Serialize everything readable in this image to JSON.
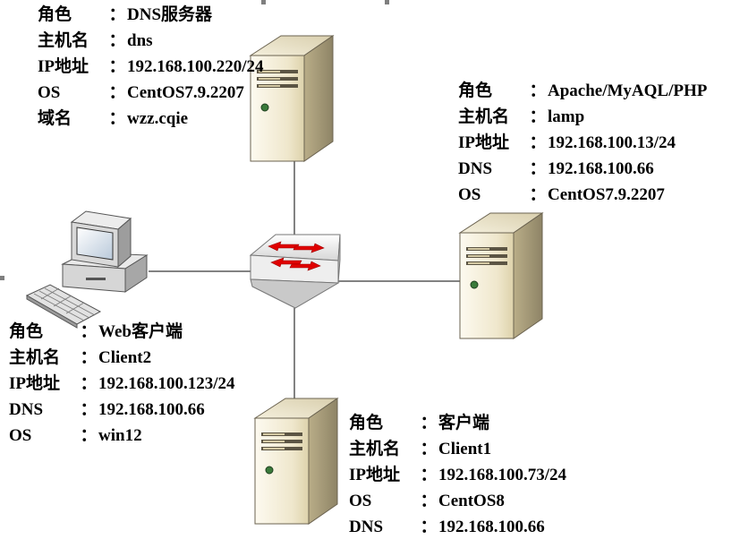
{
  "nodes": {
    "dns_server": {
      "icon": "tower-server-icon",
      "fields": [
        {
          "key": "角色",
          "value": "DNS服务器"
        },
        {
          "key": "主机名",
          "value": "dns"
        },
        {
          "key": "IP地址",
          "value": "192.168.100.220/24"
        },
        {
          "key": "OS",
          "value": "CentOS7.9.2207"
        },
        {
          "key": "域名",
          "value": "wzz.cqie"
        }
      ]
    },
    "lamp_server": {
      "icon": "tower-server-icon",
      "fields": [
        {
          "key": "角色",
          "value": "Apache/MyAQL/PHP"
        },
        {
          "key": "主机名",
          "value": "lamp"
        },
        {
          "key": "IP地址",
          "value": "192.168.100.13/24"
        },
        {
          "key": "DNS",
          "value": "192.168.100.66"
        },
        {
          "key": "OS",
          "value": "CentOS7.9.2207"
        }
      ]
    },
    "client2": {
      "icon": "desktop-computer-icon",
      "fields": [
        {
          "key": "角色",
          "value": "Web客户端"
        },
        {
          "key": "主机名",
          "value": "Client2"
        },
        {
          "key": "IP地址",
          "value": "192.168.100.123/24"
        },
        {
          "key": "DNS",
          "value": "192.168.100.66"
        },
        {
          "key": "OS",
          "value": "win12"
        }
      ]
    },
    "client1": {
      "icon": "tower-server-icon",
      "fields": [
        {
          "key": "角色",
          "value": "客户端"
        },
        {
          "key": "主机名",
          "value": "Client1"
        },
        {
          "key": "IP地址",
          "value": "192.168.100.73/24"
        },
        {
          "key": "OS",
          "value": "CentOS8"
        },
        {
          "key": "DNS",
          "value": "192.168.100.66"
        }
      ]
    },
    "switch": {
      "icon": "network-switch-icon"
    }
  },
  "separator": "：",
  "colors": {
    "line": "#595959",
    "server_light": "#faf5e2",
    "server_mid": "#e6dcb9",
    "server_dark": "#8c8266",
    "switch_arrow": "#e00000",
    "monitor_screen": "#dde6f0"
  }
}
